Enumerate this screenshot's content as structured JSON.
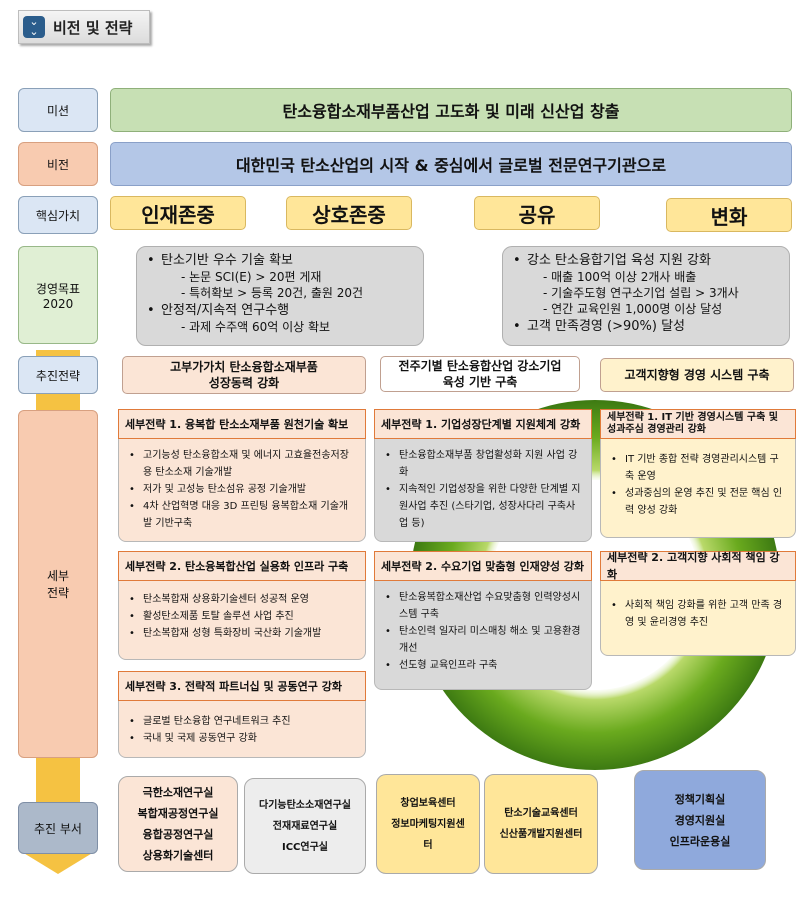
{
  "header": {
    "title": "비전 및 전략"
  },
  "labels": {
    "mission": "미션",
    "vision": "비전",
    "core_values": "핵심가치",
    "goals": [
      "경영목표",
      "2020"
    ],
    "strategy": "추진전략",
    "detail": [
      "세부",
      "전략"
    ],
    "dept": "추진 부서"
  },
  "mission": "탄소융합소재부품산업 고도화 및 미래 신산업 창출",
  "vision": "대한민국 탄소산업의 시작 & 중심에서 글로벌 전문연구기관으로",
  "values": [
    "인재존중",
    "상호존중",
    "공유",
    "변화"
  ],
  "goals": {
    "left": {
      "main1": "탄소기반 우수 기술 확보",
      "sub1": [
        "- 논문 SCI(E) > 20편 게재",
        "- 특허확보 > 등록 20건, 출원 20건"
      ],
      "main2": "안정적/지속적 연구수행",
      "sub2": [
        "- 과제 수주액 60억 이상 확보"
      ]
    },
    "right": {
      "main1": "강소 탄소융합기업 육성 지원 강화",
      "sub1": [
        "- 매출 100억 이상 2개사 배출",
        "- 기술주도형 연구소기업 설립 > 3개사",
        "- 연간 교육인원 1,000명 이상 달성"
      ],
      "main2": "고객 만족경영 (>90%) 달성"
    }
  },
  "strategies": [
    [
      "고부가가치 탄소융합소재부품",
      "성장동력 강화"
    ],
    [
      "전주기별 탄소융합산업 강소기업",
      "육성 기반 구축"
    ],
    [
      "고객지향형 경영 시스템 구축"
    ]
  ],
  "cards": [
    {
      "title": "세부전략 1. 융복합 탄소소재부품 원천기술 확보",
      "items": [
        "고기능성 탄소융합소재 및 에너지 고효율전송저장용 탄소소재 기술개발",
        "저가 및 고성능 탄소섬유 공정 기술개발",
        "4차 산업혁명 대응 3D 프린팅 융복합소재 기술개발 기반구축"
      ]
    },
    {
      "title": "세부전략 1. 기업성장단계별 지원체계 강화",
      "items": [
        "탄소융합소재부품 창업활성화 지원 사업 강화",
        "지속적인 기업성장을 위한 다양한 단계별 지원사업 추진 (스타기업, 성장사다리 구축사업 등)"
      ]
    },
    {
      "title": "세부전략 1. IT 기반 경영시스템 구축 및 성과주심 경영관리 강화",
      "items": [
        "IT 기반 종합 전략 경영관리시스템 구축 운영",
        "성과중심의 운영 추진 및 전문 핵심 인력 양성 강화"
      ]
    },
    {
      "title": "세부전략 2. 탄소융복합산업 실용화 인프라 구축",
      "items": [
        "탄소복합재 상용화기술센터 성공적 운영",
        "활성탄소제품 토탈 솔루션 사업 추진",
        "탄소복합재 성형 특화장비 국산화 기술개발"
      ]
    },
    {
      "title": "세부전략 2. 수요기업 맞춤형 인재양성 강화",
      "items": [
        "탄소융복합소재산업 수요맞춤형 인력양성시스템 구축",
        "탄소인력 일자리 미스매칭 해소 및 고용환경개선",
        "선도형 교육인프라 구축"
      ]
    },
    {
      "title": "세부전략 2. 고객지향 사회적 책임 강화",
      "items": [
        "사회적 책임 강화를 위한 고객 만족 경영 및 윤리경영 추진"
      ]
    },
    {
      "title": "세부전략 3. 전략적 파트너십 및 공동연구 강화",
      "items": [
        "글로벌 탄소융합 연구네트워크 추진",
        "국내 및 국제 공동연구 강화"
      ]
    }
  ],
  "depts": [
    [
      "극한소재연구실",
      "복합재공정연구실",
      "융합공정연구실",
      "상용화기술센터"
    ],
    [
      "다기능탄소소재연구실",
      "전재재료연구실",
      "ICC연구실"
    ],
    [
      "창업보육센터",
      "정보마케팅지원센",
      "터"
    ],
    [
      "탄소기술교육센터",
      "신산품개발지원센터"
    ],
    [
      "정책기획실",
      "경영지원실",
      "인프라운용실"
    ]
  ],
  "colors": {
    "mission": "#c7e0b4",
    "vision": "#b4c7e7",
    "values": "#ffe699",
    "arrow": "#f5c242",
    "ring": "#6aaa1e"
  }
}
